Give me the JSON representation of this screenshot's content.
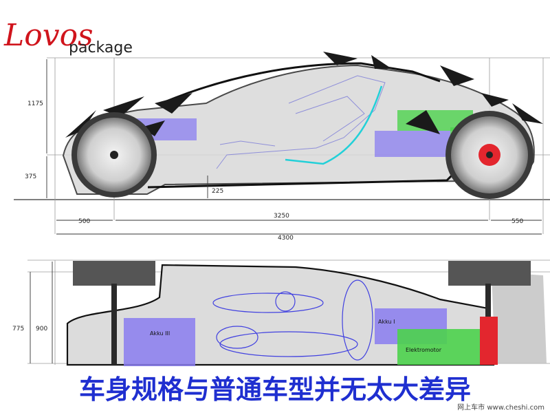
{
  "logo": {
    "script": "Lovos",
    "subtitle": "package"
  },
  "side_view": {
    "dimensions": {
      "height_total": "1175",
      "height_lower": "375",
      "ground_clearance": "225",
      "front_overhang": "500",
      "wheelbase": "3250",
      "rear_overhang": "550",
      "length_total": "4300"
    }
  },
  "rear_view": {
    "dimensions": {
      "outer_height": "775",
      "inner_height": "900"
    },
    "labels": {
      "battery_3": "Akku III",
      "battery_1": "Akku I",
      "motor": "Elektromotor"
    }
  },
  "caption": "车身规格与普通车型并无太大差异",
  "watermark": "网上车市 www.cheshi.com",
  "colors": {
    "logo_red": "#d0141c",
    "battery_blue": "#8a7df0",
    "motor_green": "#4cd24c",
    "wheel_red": "#e3262e",
    "seat_cyan": "#22d0d8",
    "caption_blue": "#1f2fd0",
    "caption_outline": "#ffffff"
  }
}
